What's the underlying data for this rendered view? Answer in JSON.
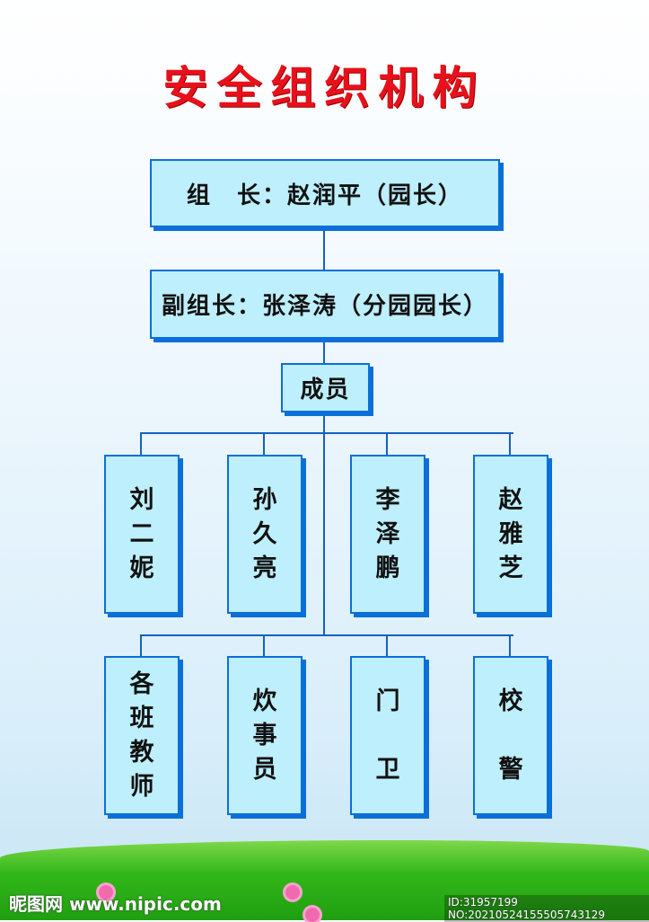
{
  "title": "安全组织机构",
  "leader": "组　长：赵润平（园长）",
  "deputy": "副组长：张泽涛（分园园长）",
  "members_label": "成员",
  "row1": [
    [
      "刘",
      "二",
      "妮"
    ],
    [
      "孙",
      "久",
      "亮"
    ],
    [
      "李",
      "泽",
      "鹏"
    ],
    [
      "赵",
      "雅",
      "芝"
    ]
  ],
  "row2": [
    [
      "各",
      "班",
      "教",
      "师"
    ],
    [
      "炊",
      "事",
      "员"
    ],
    [
      "门",
      "",
      "卫"
    ],
    [
      "校",
      "",
      "警"
    ]
  ],
  "watermark": {
    "site": "昵图网 www.nipic.com",
    "id": "ID:31957199 NO:20210524155505743129"
  },
  "colors": {
    "title": "#e8101b",
    "box": "#bdeffc",
    "border": "#0b6fd8"
  }
}
